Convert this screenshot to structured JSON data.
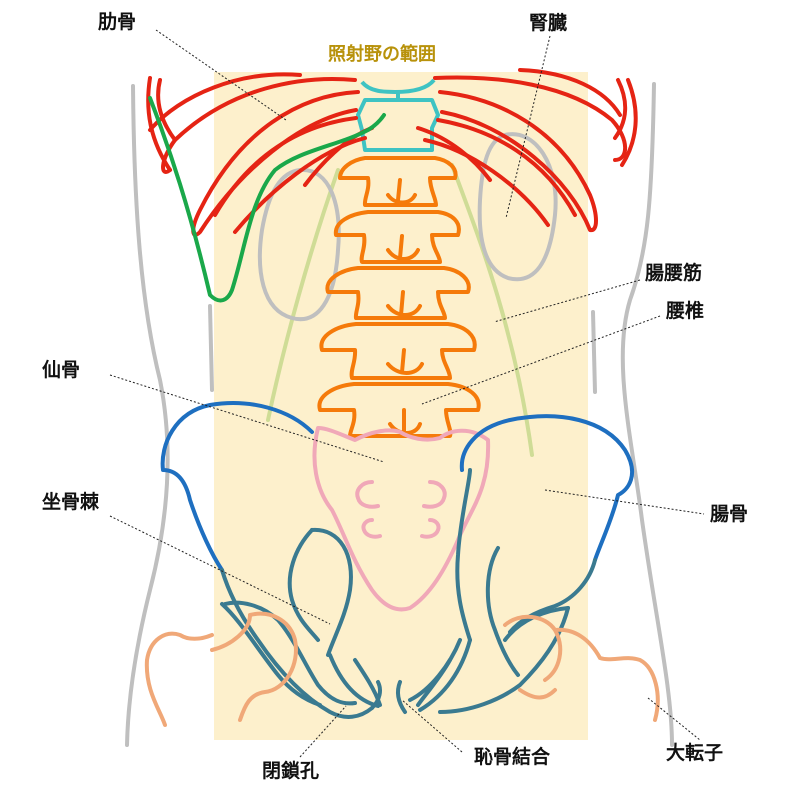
{
  "diagram": {
    "field_title": "照射野の範囲",
    "labels": {
      "rib": "肋骨",
      "kidney": "腎臓",
      "iliopsoas": "腸腰筋",
      "lumbar": "腰椎",
      "sacrum": "仙骨",
      "ischial_spine": "坐骨棘",
      "ilium": "腸骨",
      "greater_trochanter": "大転子",
      "obturator_foramen": "閉鎖孔",
      "pubic_symphysis": "恥骨結合"
    },
    "colors": {
      "field": "#fdf0cc",
      "title": "#b8920b",
      "body_outline": "#bfbfbf",
      "ribs": "#e52414",
      "liver": "#1aa84a",
      "kidney": "#bfbfbf",
      "thoracic_vertebra": "#3ec3c3",
      "lumbar_vertebra": "#f57a0a",
      "psoas": "#cfdc96",
      "sacrum": "#f0a8b8",
      "ilium": "#1e6fc0",
      "pelvis": "#3a7a90",
      "femur": "#f0a878"
    }
  }
}
